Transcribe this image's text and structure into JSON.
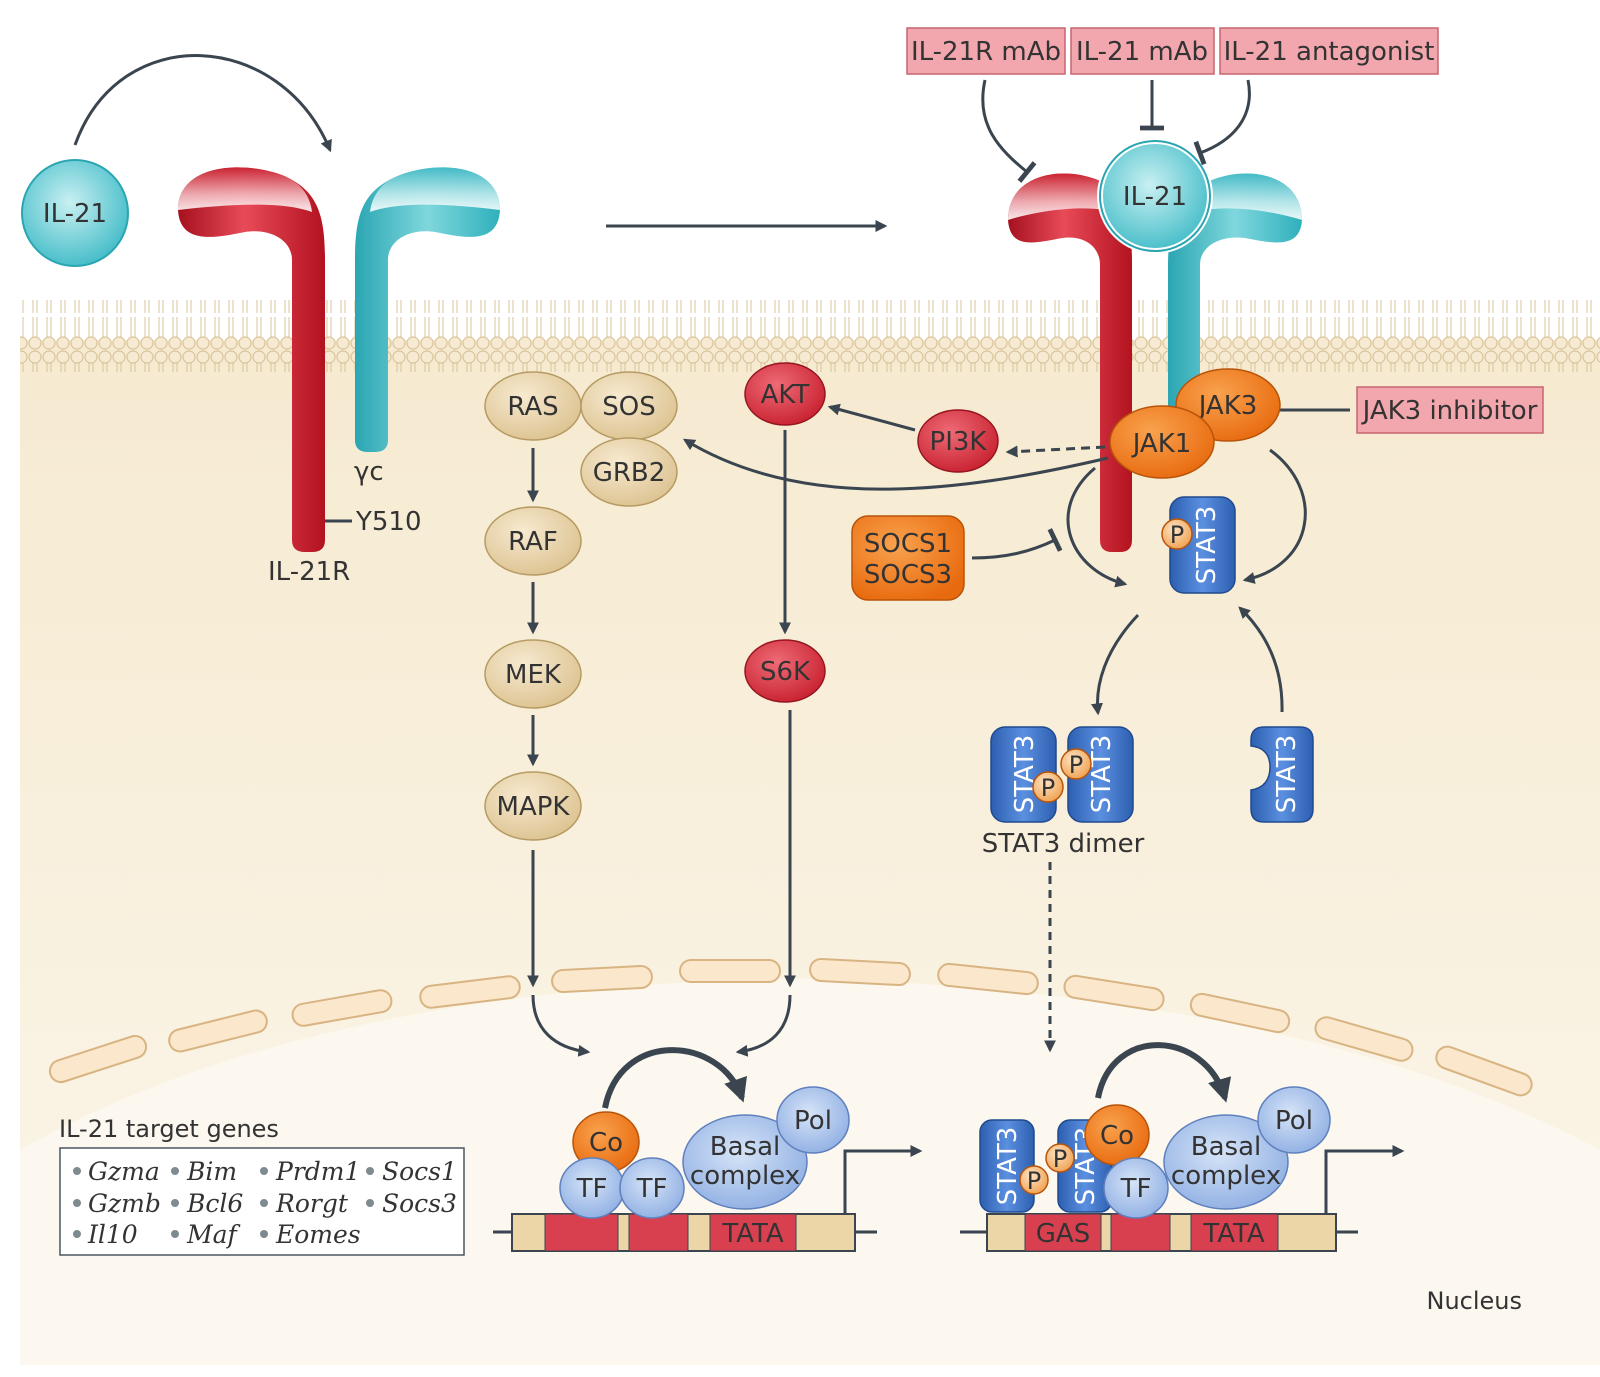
{
  "ligand": {
    "il21_left": "IL-21",
    "il21_right": "IL-21"
  },
  "receptor": {
    "il21r": "IL-21R",
    "gamma_c": "γc",
    "y510": "Y510"
  },
  "inhibitors": {
    "il21r_mab": "IL-21R mAb",
    "il21_mab": "IL-21 mAb",
    "il21_antagonist": "IL-21 antagonist",
    "jak3_inhibitor": "JAK3 inhibitor"
  },
  "mapk_pathway": {
    "ras": "RAS",
    "sos": "SOS",
    "grb2": "GRB2",
    "raf": "RAF",
    "mek": "MEK",
    "mapk": "MAPK"
  },
  "pi3k_pathway": {
    "akt": "AKT",
    "pi3k": "PI3K",
    "s6k": "S6K"
  },
  "jak_stat": {
    "jak1": "JAK1",
    "jak3": "JAK3",
    "socs1": "SOCS1",
    "socs3": "SOCS3",
    "stat3": "STAT3",
    "phospho": "P",
    "stat3_dimer_label": "STAT3 dimer"
  },
  "promoter_left": {
    "co": "Co",
    "tf1": "TF",
    "tf2": "TF",
    "basal1": "Basal",
    "basal2": "complex",
    "pol": "Pol",
    "tata": "TATA"
  },
  "promoter_right": {
    "stat3a": "STAT3",
    "stat3b": "STAT3",
    "co": "Co",
    "tf": "TF",
    "basal1": "Basal",
    "basal2": "complex",
    "pol": "Pol",
    "gas": "GAS",
    "tata": "TATA"
  },
  "target_genes": {
    "title": "IL-21 target genes",
    "genes": [
      "Gzma",
      "Bim",
      "Prdm1",
      "Socs1",
      "Gzmb",
      "Bcl6",
      "Rorgt",
      "Socs3",
      "Il10",
      "Maf",
      "Eomes"
    ]
  },
  "nucleus_label": "Nucleus",
  "colors": {
    "red_receptor": "#c8202f",
    "cyan_receptor": "#3fb8c4",
    "tan_node": "#e8d3a4",
    "red_node": "#d43a48",
    "orange_node": "#f07a1e",
    "blue_stat": "#3b73c8",
    "light_blue": "#aac4ec",
    "inhibitor_box": "#f2a6ad",
    "cytoplasm": "#f8efd9"
  }
}
